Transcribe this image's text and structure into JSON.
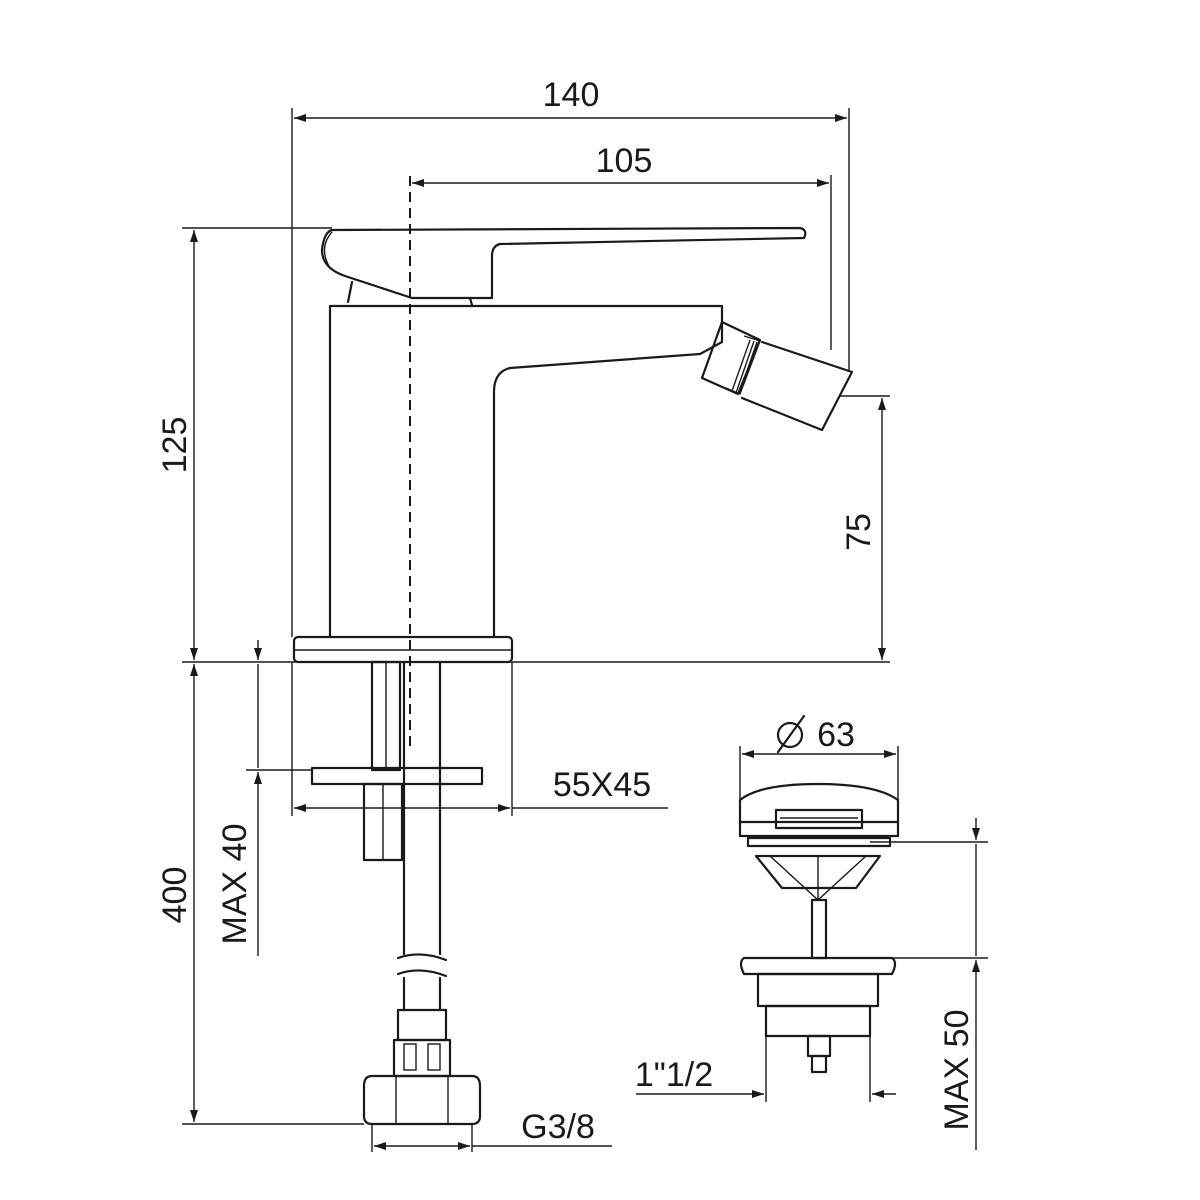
{
  "diagram": {
    "dimensions": {
      "overall_width": "140",
      "spout_reach": "105",
      "height": "125",
      "spout_height": "75",
      "hose_length": "400",
      "max_deck_thickness": "MAX 40",
      "fixing_plate": "55X45",
      "connection_thread": "G3/8",
      "waste_cap_diameter": "63",
      "waste_thread": "1\"1/2",
      "max_waste_thickness": "MAX 50"
    }
  }
}
